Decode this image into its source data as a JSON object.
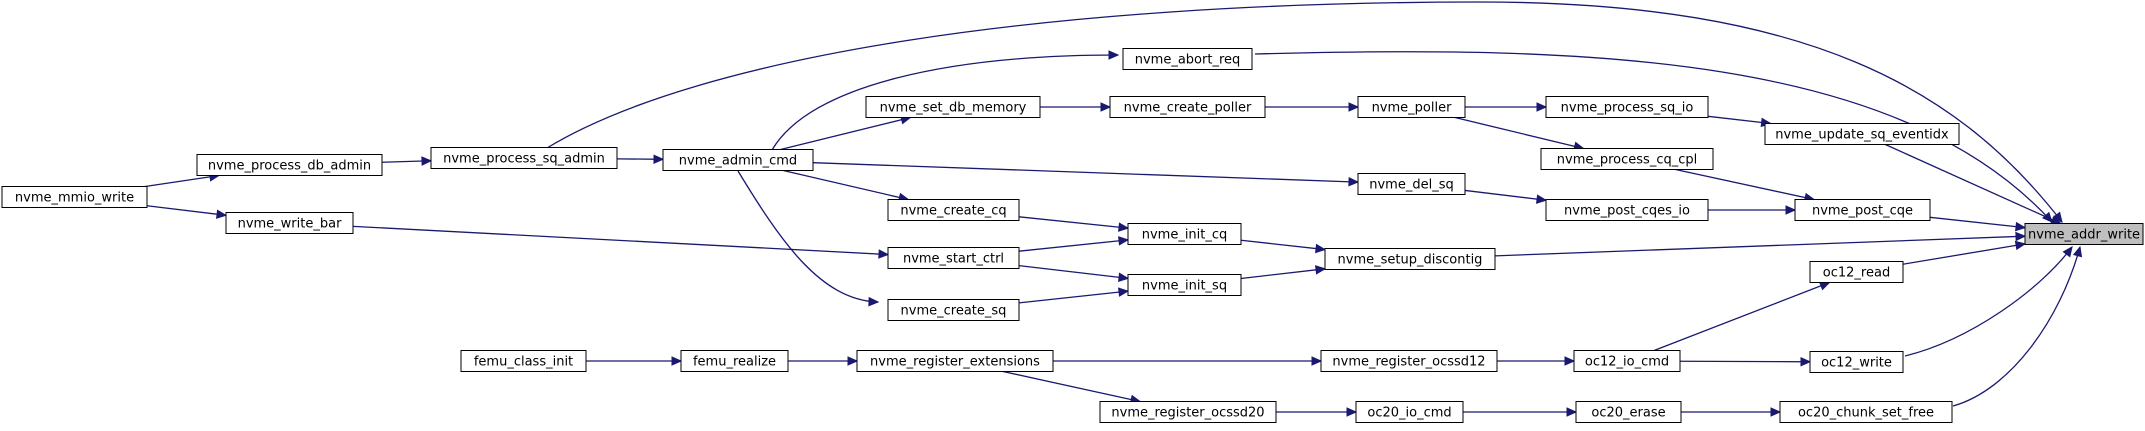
{
  "graph": {
    "highlight_color": "#bfbfbf",
    "edge_color": "#191970",
    "nodes": [
      {
        "id": "nvme_mmio_write",
        "label": "nvme_mmio_write"
      },
      {
        "id": "nvme_process_db_admin",
        "label": "nvme_process_db_admin"
      },
      {
        "id": "nvme_write_bar",
        "label": "nvme_write_bar"
      },
      {
        "id": "nvme_process_sq_admin",
        "label": "nvme_process_sq_admin"
      },
      {
        "id": "nvme_admin_cmd",
        "label": "nvme_admin_cmd"
      },
      {
        "id": "nvme_abort_req",
        "label": "nvme_abort_req"
      },
      {
        "id": "nvme_set_db_memory",
        "label": "nvme_set_db_memory"
      },
      {
        "id": "nvme_create_poller",
        "label": "nvme_create_poller"
      },
      {
        "id": "nvme_poller",
        "label": "nvme_poller"
      },
      {
        "id": "nvme_process_sq_io",
        "label": "nvme_process_sq_io"
      },
      {
        "id": "nvme_process_cq_cpl",
        "label": "nvme_process_cq_cpl"
      },
      {
        "id": "nvme_update_sq_eventidx",
        "label": "nvme_update_sq_eventidx"
      },
      {
        "id": "nvme_del_sq",
        "label": "nvme_del_sq"
      },
      {
        "id": "nvme_post_cqes_io",
        "label": "nvme_post_cqes_io"
      },
      {
        "id": "nvme_post_cqe",
        "label": "nvme_post_cqe"
      },
      {
        "id": "nvme_create_cq",
        "label": "nvme_create_cq"
      },
      {
        "id": "nvme_start_ctrl",
        "label": "nvme_start_ctrl"
      },
      {
        "id": "nvme_create_sq",
        "label": "nvme_create_sq"
      },
      {
        "id": "nvme_init_cq",
        "label": "nvme_init_cq"
      },
      {
        "id": "nvme_init_sq",
        "label": "nvme_init_sq"
      },
      {
        "id": "nvme_setup_discontig",
        "label": "nvme_setup_discontig"
      },
      {
        "id": "nvme_addr_write",
        "label": "nvme_addr_write"
      },
      {
        "id": "oc12_read",
        "label": "oc12_read"
      },
      {
        "id": "oc12_write",
        "label": "oc12_write"
      },
      {
        "id": "oc12_io_cmd",
        "label": "oc12_io_cmd"
      },
      {
        "id": "nvme_register_ocssd12",
        "label": "nvme_register_ocssd12"
      },
      {
        "id": "femu_class_init",
        "label": "femu_class_init"
      },
      {
        "id": "femu_realize",
        "label": "femu_realize"
      },
      {
        "id": "nvme_register_extensions",
        "label": "nvme_register_extensions"
      },
      {
        "id": "nvme_register_ocssd20",
        "label": "nvme_register_ocssd20"
      },
      {
        "id": "oc20_io_cmd",
        "label": "oc20_io_cmd"
      },
      {
        "id": "oc20_erase",
        "label": "oc20_erase"
      },
      {
        "id": "oc20_chunk_set_free",
        "label": "oc20_chunk_set_free"
      }
    ],
    "highlighted": "nvme_addr_write",
    "edges": [
      {
        "from": "nvme_mmio_write",
        "to": "nvme_process_db_admin"
      },
      {
        "from": "nvme_mmio_write",
        "to": "nvme_write_bar"
      },
      {
        "from": "nvme_process_db_admin",
        "to": "nvme_process_sq_admin"
      },
      {
        "from": "nvme_process_sq_admin",
        "to": "nvme_addr_write"
      },
      {
        "from": "nvme_process_sq_admin",
        "to": "nvme_admin_cmd"
      },
      {
        "from": "nvme_admin_cmd",
        "to": "nvme_abort_req"
      },
      {
        "from": "nvme_admin_cmd",
        "to": "nvme_set_db_memory"
      },
      {
        "from": "nvme_admin_cmd",
        "to": "nvme_del_sq"
      },
      {
        "from": "nvme_admin_cmd",
        "to": "nvme_create_cq"
      },
      {
        "from": "nvme_admin_cmd",
        "to": "nvme_create_sq"
      },
      {
        "from": "nvme_abort_req",
        "to": "nvme_addr_write"
      },
      {
        "from": "nvme_set_db_memory",
        "to": "nvme_create_poller"
      },
      {
        "from": "nvme_create_poller",
        "to": "nvme_poller"
      },
      {
        "from": "nvme_poller",
        "to": "nvme_process_sq_io"
      },
      {
        "from": "nvme_poller",
        "to": "nvme_process_cq_cpl"
      },
      {
        "from": "nvme_process_sq_io",
        "to": "nvme_update_sq_eventidx"
      },
      {
        "from": "nvme_update_sq_eventidx",
        "to": "nvme_addr_write"
      },
      {
        "from": "nvme_process_cq_cpl",
        "to": "nvme_post_cqe"
      },
      {
        "from": "nvme_del_sq",
        "to": "nvme_post_cqes_io"
      },
      {
        "from": "nvme_post_cqes_io",
        "to": "nvme_post_cqe"
      },
      {
        "from": "nvme_post_cqe",
        "to": "nvme_addr_write"
      },
      {
        "from": "nvme_write_bar",
        "to": "nvme_start_ctrl"
      },
      {
        "from": "nvme_create_cq",
        "to": "nvme_init_cq"
      },
      {
        "from": "nvme_start_ctrl",
        "to": "nvme_init_cq"
      },
      {
        "from": "nvme_start_ctrl",
        "to": "nvme_init_sq"
      },
      {
        "from": "nvme_create_sq",
        "to": "nvme_init_sq"
      },
      {
        "from": "nvme_init_cq",
        "to": "nvme_setup_discontig"
      },
      {
        "from": "nvme_init_sq",
        "to": "nvme_setup_discontig"
      },
      {
        "from": "nvme_setup_discontig",
        "to": "nvme_addr_write"
      },
      {
        "from": "oc12_read",
        "to": "nvme_addr_write"
      },
      {
        "from": "oc12_write",
        "to": "nvme_addr_write"
      },
      {
        "from": "oc12_io_cmd",
        "to": "oc12_read"
      },
      {
        "from": "oc12_io_cmd",
        "to": "oc12_write"
      },
      {
        "from": "nvme_register_ocssd12",
        "to": "oc12_io_cmd"
      },
      {
        "from": "femu_class_init",
        "to": "femu_realize"
      },
      {
        "from": "femu_realize",
        "to": "nvme_register_extensions"
      },
      {
        "from": "nvme_register_extensions",
        "to": "nvme_register_ocssd12"
      },
      {
        "from": "nvme_register_extensions",
        "to": "nvme_register_ocssd20"
      },
      {
        "from": "nvme_register_ocssd20",
        "to": "oc20_io_cmd"
      },
      {
        "from": "oc20_io_cmd",
        "to": "oc20_erase"
      },
      {
        "from": "oc20_erase",
        "to": "oc20_chunk_set_free"
      },
      {
        "from": "oc20_chunk_set_free",
        "to": "nvme_addr_write"
      }
    ]
  }
}
